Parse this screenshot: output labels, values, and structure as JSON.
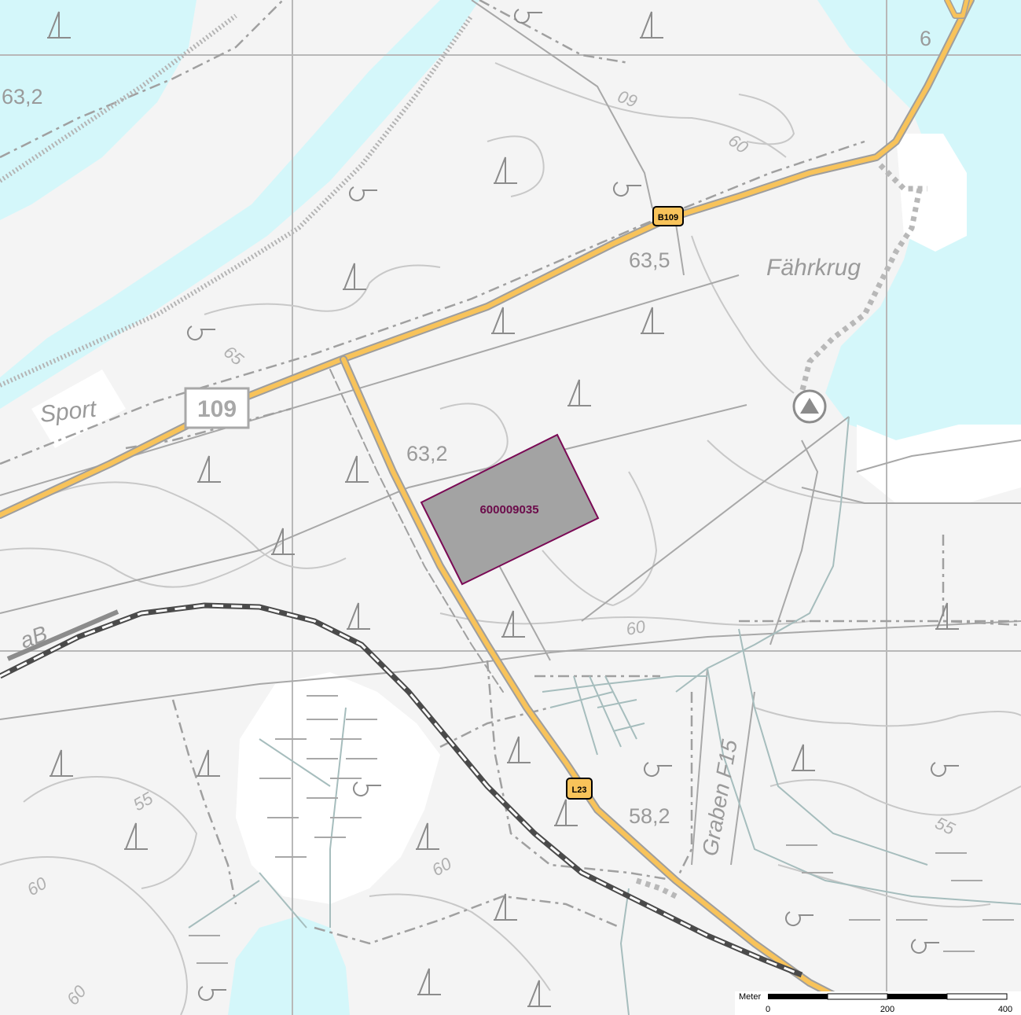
{
  "map": {
    "colors": {
      "background": "#f4f4f4",
      "water": "#d4f7fa",
      "road": "#f8c35a",
      "road_casing": "#9e9e9e",
      "parcel_fill": "#a3a3a3",
      "parcel_border": "#7a0a55",
      "label": "#9a9a9a"
    },
    "place_labels": {
      "faehrkrug": "Fährkrug",
      "sport": "Sport",
      "graben": "Graben F15",
      "ab": "aB"
    },
    "road_number": "109",
    "spot_heights": {
      "h1": "63,2",
      "h2": "63,5",
      "h3": "63,2",
      "h4": "58,2",
      "h5": "6"
    },
    "contours": {
      "c1": "60",
      "c2": "60",
      "c3": "65",
      "c4": "60",
      "c5": "55",
      "c6": "60",
      "c7": "60",
      "c8": "55",
      "c9": "60"
    },
    "road_shields": {
      "b109": "B109",
      "l23": "L23"
    },
    "parcel": {
      "id": "600009035"
    },
    "scale_bar": {
      "unit_label": "Meter",
      "tick_0": "0",
      "tick_mid": "200",
      "tick_max": "400"
    }
  }
}
